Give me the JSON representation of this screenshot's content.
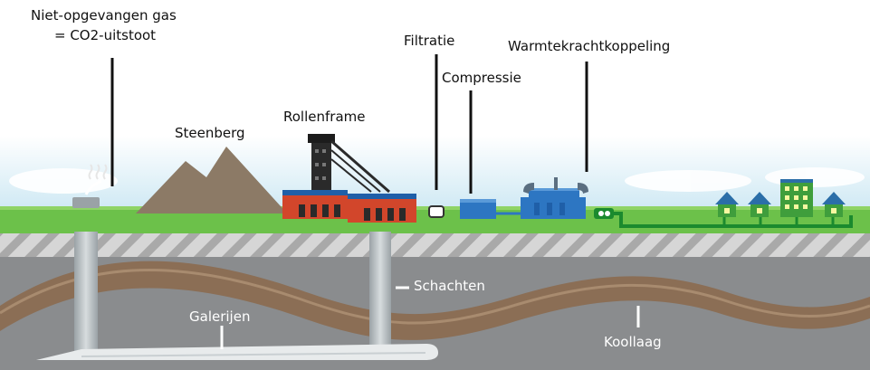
{
  "labels": {
    "uncaptured_gas_line1": "Niet-opgevangen gas",
    "uncaptured_gas_line2": "= CO2-uitstoot",
    "spoil_heap": "Steenberg",
    "headframe": "Rollenframe",
    "filtration": "Filtratie",
    "compression": "Compressie",
    "chp": "Warmtekrachtkoppeling",
    "shafts": "Schachten",
    "galleries": "Galerijen",
    "coal_seam": "Koollaag"
  },
  "colors": {
    "sky_bottom": "#cfe9f4",
    "grass": "#6cc14a",
    "underground": "#8a8c8e",
    "hatch_band": "#cdcdcd",
    "coal_seam": "#8b6e55",
    "spoil_heap": "#8c7a66",
    "building_red": "#d2462b",
    "building_blue": "#2d76c2",
    "pipe_green": "#1b8a2e",
    "house_green": "#3f9e3c",
    "house_blue": "#2b6ea8",
    "shaft_grey": "#b7bec2",
    "gallery_white": "#e8ebec",
    "leader_line": "#111111"
  }
}
